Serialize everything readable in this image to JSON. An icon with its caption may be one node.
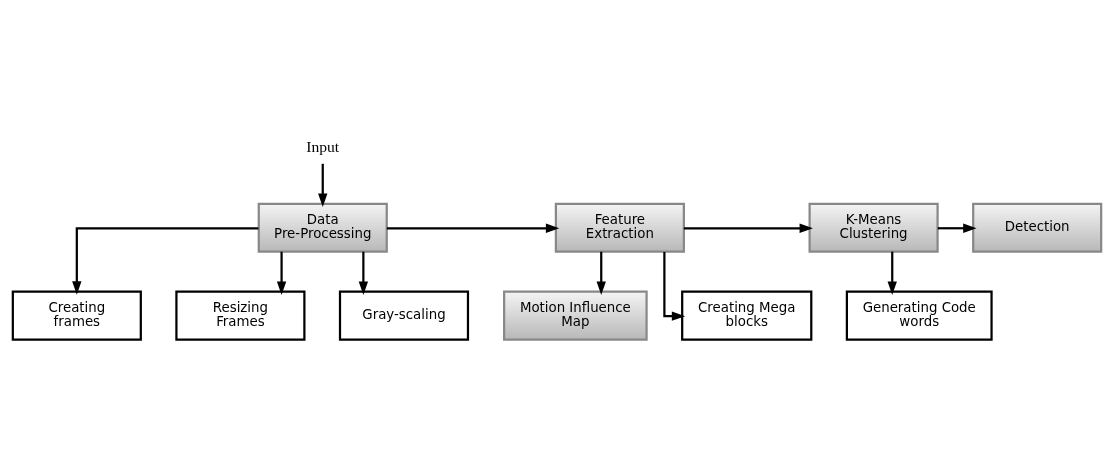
{
  "diagram": {
    "nodes": [
      {
        "text": [
          "Input"
        ]
      },
      {
        "text": [
          "Data Pre-Processing"
        ]
      },
      {
        "text": [
          "Feature Extraction"
        ]
      },
      {
        "text": [
          "K-Means Clustering"
        ]
      },
      {
        "text": [
          "Detection"
        ]
      },
      {
        "text": [
          "Creating frames"
        ]
      },
      {
        "text": [
          "Resizing Frames"
        ]
      },
      {
        "text": [
          "Gray-scaling"
        ]
      },
      {
        "text": [
          "Motion Influence Map"
        ]
      },
      {
        "text": [
          "Creating Mega blocks"
        ]
      },
      {
        "text": [
          "Generating Code words"
        ]
      }
    ],
    "edges": [
      {
        "from": 0,
        "to": 1,
        "arrow": "to"
      },
      {
        "from": 1,
        "to": 2,
        "arrow": "to"
      },
      {
        "from": 2,
        "to": 3,
        "arrow": "to"
      },
      {
        "from": 3,
        "to": 4,
        "arrow": "to"
      },
      {
        "from": 1,
        "to": 5,
        "arrow": "to"
      },
      {
        "from": 1,
        "to": 6,
        "arrow": "to"
      },
      {
        "from": 1,
        "to": 7,
        "arrow": "to"
      },
      {
        "from": 2,
        "to": 8,
        "arrow": "to"
      },
      {
        "from": 2,
        "to": 9,
        "arrow": "to"
      },
      {
        "from": 3,
        "to": 10,
        "arrow": "to"
      }
    ]
  }
}
